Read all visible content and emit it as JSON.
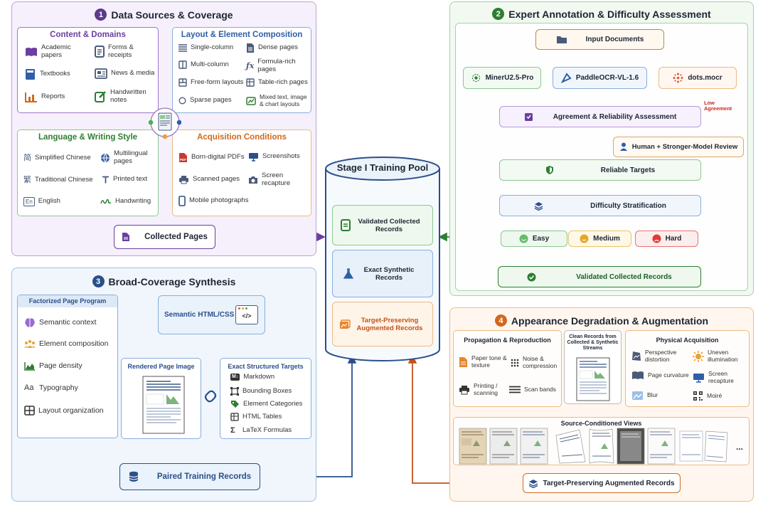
{
  "p1": {
    "num": "1",
    "title": "Data Sources & Coverage",
    "content": {
      "title": "Content & Domains",
      "items": [
        "Academic papers",
        "Forms & receipts",
        "Textbooks",
        "News & media",
        "Reports",
        "Handwritten notes"
      ]
    },
    "layout": {
      "title": "Layout & Element Composition",
      "items": [
        "Single-column",
        "Dense pages",
        "Multi-column",
        "Formula-rich pages",
        "Free-form layouts",
        "Table-rich pages",
        "Sparse pages",
        "Mixed text, image & chart layouts"
      ]
    },
    "language": {
      "title": "Language & Writing Style",
      "items": [
        "Simplified Chinese",
        "Multilingual pages",
        "Traditional Chinese",
        "Printed text",
        "English",
        "Handwriting"
      ],
      "glyphs": [
        "简",
        "繁",
        "En"
      ]
    },
    "acquisition": {
      "title": "Acquisition Conditions",
      "items": [
        "Born-digital PDFs",
        "Screenshots",
        "Scanned pages",
        "Screen recapture",
        "Mobile photographs"
      ]
    },
    "collected": "Collected Pages"
  },
  "p2": {
    "num": "2",
    "title": "Expert Annotation & Difficulty Assessment",
    "input": "Input Documents",
    "models": [
      "MinerU2.5-Pro",
      "PaddleOCR-VL-1.6",
      "dots.mocr"
    ],
    "agreement": "Agreement & Reliability Assessment",
    "low_agreement": "Low Agreement",
    "review": "Human + Stronger-Model Review",
    "reliable": "Reliable Targets",
    "difficulty": "Difficulty Stratification",
    "levels": [
      "Easy",
      "Medium",
      "Hard"
    ],
    "validated": "Validated Collected Records"
  },
  "pool": {
    "title": "Stage I Training Pool",
    "items": [
      "Validated Collected Records",
      "Exact Synthetic Records",
      "Target-Preserving Augmented Records"
    ]
  },
  "p3": {
    "num": "3",
    "title": "Broad-Coverage Synthesis",
    "program": {
      "title": "Factorized Page Program",
      "items": [
        "Semantic context",
        "Element composition",
        "Page density",
        "Typography",
        "Layout organization"
      ],
      "aa": "Aa"
    },
    "html": "Semantic HTML/CSS",
    "code_glyph": "</>",
    "rendered": "Rendered Page Image",
    "targets": {
      "title": "Exact Structured Targets",
      "items": [
        "Markdown",
        "Bounding Boxes",
        "Element Categories",
        "HTML Tables",
        "LaTeX Formulas"
      ],
      "md": "M↓",
      "sigma": "Σ"
    },
    "paired": "Paired Training Records"
  },
  "p4": {
    "num": "4",
    "title": "Appearance Degradation & Augmentation",
    "propagation": {
      "title": "Propagation & Reproduction",
      "items": [
        "Paper tone & texture",
        "Noise & compression",
        "Printing / scanning",
        "Scan bands"
      ]
    },
    "clean": "Clean Records from Collected & Synthetic Streams",
    "physical": {
      "title": "Physical Acquisition",
      "items": [
        "Perspective distortion",
        "Uneven illumination",
        "Page curvature",
        "Screen recapture",
        "Blur",
        "Moiré"
      ]
    },
    "views": "Source-Conditioned Views",
    "ellipsis": "...",
    "augmented": "Target-Preserving Augmented Records"
  },
  "colors": {
    "purple": "#6a3fa0",
    "green": "#2e7d32",
    "blue": "#2f5fa7",
    "orange": "#d0691d",
    "navy": "#2a4f8a"
  }
}
